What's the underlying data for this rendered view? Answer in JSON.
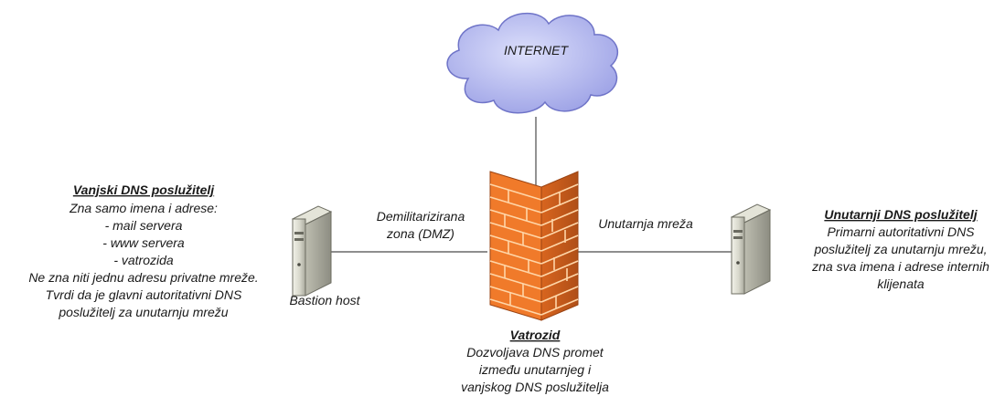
{
  "internet": {
    "label": "INTERNET"
  },
  "external_dns": {
    "title": "Vanjski DNS poslužitelj",
    "lines": [
      "Zna samo imena i adrese:",
      "- mail servera",
      "- www servera",
      "- vatrozida",
      "Ne zna niti jednu adresu privatne mreže.",
      "Tvrdi da je glavni autoritativni DNS",
      "poslužitelj za unutarnju mrežu"
    ]
  },
  "dmz": {
    "lines": [
      "Demilitarizirana",
      "zona (DMZ)"
    ]
  },
  "bastion": {
    "label": "Bastion host"
  },
  "internal_network": {
    "label": "Unutarnja mreža"
  },
  "internal_dns": {
    "title": "Unutarnji DNS poslužitelj",
    "lines": [
      "Primarni autoritativni DNS",
      "poslužitelj za unutarnju mrežu,",
      "zna sva imena i adrese internih",
      "klijenata"
    ]
  },
  "firewall": {
    "title": "Vatrozid",
    "lines": [
      "Dozvoljava DNS promet",
      "između unutarnjeg i",
      "vanjskog DNS poslužitelja"
    ]
  },
  "colors": {
    "cloud_fill": "#b9bdf0",
    "cloud_stroke": "#6f74c8",
    "brick": "#f07a2a",
    "mortar": "#ffd6a8",
    "server_body": "#d9d9cc",
    "line": "#4a4a4a"
  }
}
